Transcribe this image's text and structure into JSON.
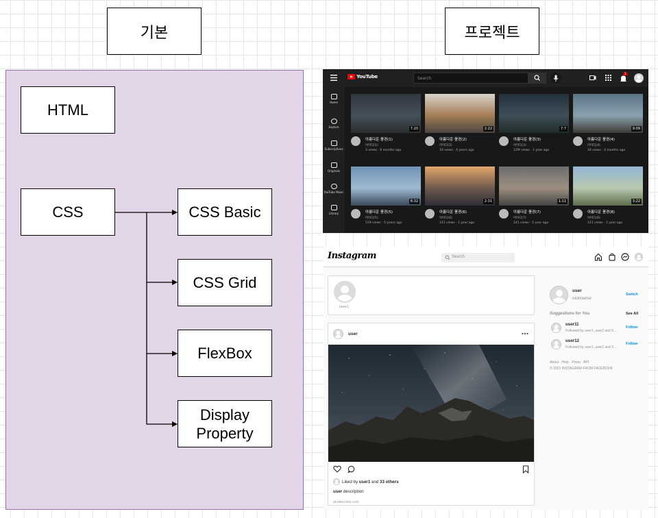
{
  "headers": {
    "basic": "기본",
    "project": "프로젝트"
  },
  "diagram": {
    "html": "HTML",
    "css": "CSS",
    "children": [
      "CSS Basic",
      "CSS Grid",
      "FlexBox",
      "Display\nProperty"
    ]
  },
  "youtube": {
    "logo": "YouTube",
    "search_placeholder": "Search",
    "notification_count": "1",
    "sidebar": [
      "Home",
      "Explore",
      "Subscriptions",
      "Originals",
      "YouTube Music",
      "Library"
    ],
    "videos": [
      {
        "title": "아름다운 풍경(1)",
        "channel": "아이디(1)",
        "meta": "3 views · 6 months ago",
        "duration": "7:20"
      },
      {
        "title": "아름다운 풍경(2)",
        "channel": "아이디(2)",
        "meta": "19 views · 4 years ago",
        "duration": "2:22"
      },
      {
        "title": "아름다운 풍경(3)",
        "channel": "아이디(3)",
        "meta": "12M views · 1 year ago",
        "duration": "7:7"
      },
      {
        "title": "아름다운 풍경(4)",
        "channel": "아이디(4)",
        "meta": "18 views · 4 months ago",
        "duration": "9:09"
      },
      {
        "title": "아름다운 풍경(5)",
        "channel": "아이디(5)",
        "meta": "519 views · 5 years ago",
        "duration": "8:32"
      },
      {
        "title": "아름다운 풍경(6)",
        "channel": "아이디(6)",
        "meta": "141 views · 1 year ago",
        "duration": "2:31"
      },
      {
        "title": "아름다운 풍경(7)",
        "channel": "아이디(7)",
        "meta": "141 views · 1 year ago",
        "duration": "1:11"
      },
      {
        "title": "아름다운 풍경(8)",
        "channel": "아이디(8)",
        "meta": "141 views · 1 year ago",
        "duration": "3:22"
      }
    ]
  },
  "instagram": {
    "logo": "Instagram",
    "search_placeholder": "Search",
    "story_user": "user1",
    "post": {
      "user": "user",
      "liked_prefix": "Liked by ",
      "liked_user": "user1",
      "liked_mid": " and ",
      "liked_count": "33 others",
      "caption_user": "user",
      "caption": " description",
      "time": "35 MINUTES AGO"
    },
    "profile": {
      "user": "user",
      "nickname": "nickname",
      "switch": "Switch"
    },
    "suggestions_title": "Suggestions for You",
    "see_all": "See All",
    "suggestions": [
      {
        "user": "user11",
        "note": "Followed by user1, user2 and 9 ...",
        "action": "Follow"
      },
      {
        "user": "user12",
        "note": "Followed by user1, user2 and 3 ...",
        "action": "Follow"
      }
    ],
    "footer_links": "About · Help · Press · API",
    "copyright": "© 2022 INSTAGRAM FROM FACEBOOK"
  }
}
